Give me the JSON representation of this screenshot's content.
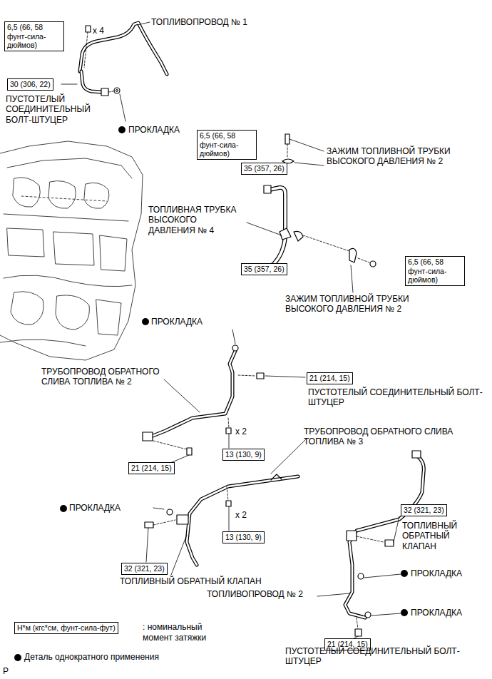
{
  "diagram": {
    "nodes": [
      {
        "text": [
          "6,5 (66, 58 фунт-сила-дюймов)"
        ]
      },
      {
        "text": [
          "30 (306, 22)"
        ]
      },
      {
        "text": [
          "6,5 (66, 58 фунт-сила-дюймов)"
        ]
      },
      {
        "text": [
          "35 (357, 26)"
        ]
      },
      {
        "text": [
          "35 (357, 26)"
        ]
      },
      {
        "text": [
          "6,5 (66, 58 фунт-сила-дюймов)"
        ]
      },
      {
        "text": [
          "21 (214, 15)"
        ]
      },
      {
        "text": [
          "13 (130, 9)"
        ]
      },
      {
        "text": [
          "21 (214, 15)"
        ]
      },
      {
        "text": [
          "13 (130, 9)"
        ]
      },
      {
        "text": [
          "32 (321, 23)"
        ]
      },
      {
        "text": [
          "32 (321, 23)"
        ]
      },
      {
        "text": [
          "21 (214, 15)"
        ]
      },
      {
        "text": [
          "Н*м (кгс*см, фунт-сила-фут)"
        ]
      }
    ],
    "labels": [
      "ТОПЛИВОПРОВОД № 1",
      "x 4",
      "ПУСТОТЕЛЫЙ СОЕДИНИТЕЛЬНЫЙ БОЛТ-ШТУЦЕР",
      "ПРОКЛАДКА",
      "ЗАЖИМ ТОПЛИВНОЙ ТРУБКИ ВЫСОКОГО ДАВЛЕНИЯ № 2",
      "ТОПЛИВНАЯ ТРУБКА ВЫСОКОГО ДАВЛЕНИЯ № 4",
      "ЗАЖИМ ТОПЛИВНОЙ ТРУБКИ ВЫСОКОГО ДАВЛЕНИЯ № 2",
      "ПРОКЛАДКА",
      "ТРУБОПРОВОД ОБРАТНОГО СЛИВА ТОПЛИВА № 2",
      "ПУСТОТЕЛЫЙ СОЕДИНИТЕЛЬНЫЙ БОЛТ-ШТУЦЕР",
      "x 2",
      "ТРУБОПРОВОД ОБРАТНОГО СЛИВА ТОПЛИВА № 3",
      "ПРОКЛАДКА",
      "x 2",
      "ТОПЛИВНЫЙ ОБРАТНЫЙ КЛАПАН",
      "ПРОКЛАДКА",
      "ТОПЛИВНЫЙ ОБРАТНЫЙ КЛАПАН",
      "ТОПЛИВОПРОВОД № 2",
      "ПРОКЛАДКА",
      "ПУСТОТЕЛЫЙ СОЕДИНИТЕЛЬНЫЙ БОЛТ-ШТУЦЕР",
      "P"
    ],
    "legend": [
      {
        "text": ": номинальный момент затяжки"
      },
      {
        "text": "Деталь однократного применения",
        "color": "#000000"
      }
    ]
  }
}
